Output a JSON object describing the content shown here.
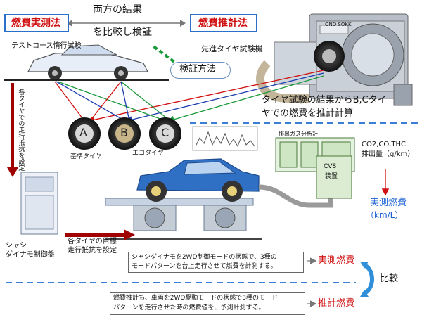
{
  "left_method": "燃費実測法",
  "right_method": "燃費推計法",
  "compare_line1": "両方の結果",
  "compare_line2": "を比較し検証",
  "test_course_label": "テストコース惰行試験",
  "tire_tester_label": "先進タイヤ試験機",
  "verification_method": "検証方法",
  "tester_result_line1": "タイヤ試験の結果からB,Cタイ",
  "tester_result_line2": "ヤでの燃費を推計計算",
  "tire_a": "A",
  "tire_b": "B",
  "tire_c": "C",
  "tire_a_label": "基準タイヤ",
  "tire_c_label": "エコタイヤ",
  "side_vertical": "各タイヤでの走行抵抗を設定",
  "controller_line1": "シャシ",
  "controller_line2": "ダイナモ制御盤",
  "target_resistance_line1": "各タイヤの目標",
  "target_resistance_line2": "走行抵抗を設定",
  "exhaust_analyzer": "排出ガス分析計",
  "cvs_line1": "CVS",
  "cvs_line2": "装置",
  "emissions_line1": "CO2,CO,THC",
  "emissions_line2": "排出量（g/km）",
  "measured_fuel_line1": "実測燃費",
  "measured_fuel_line2": "（km/L）",
  "description_measured_line1": "シャシダイナモを2WD制御モードの状態で、3種の",
  "description_measured_line2": "モードパターンを台上走行させて燃費を計測する。",
  "measured_result": "実測燃費",
  "comparison": "比較",
  "description_estimated_line1": "燃費推計も、車両を2WD駆動モードの状態で3種のモード",
  "description_estimated_line2": "パターンを走行させた時の燃費値を、予測計測する。",
  "estimated_result": "推計燃費",
  "machine_brand": "ONO SOKKI",
  "colors": {
    "accent_red": "#d01010",
    "box_border_blue": "#2a6fc9",
    "measured_text_blue": "#1a5fd0",
    "dashed_blue": "#3a7fd5",
    "car_blue": "#2f6fc4",
    "arrow_dark_red": "#a00000",
    "compare_arrow_blue": "#2f8fd8"
  },
  "icons": [
    "car-icon",
    "tire-icon",
    "tire-tester-machine",
    "dynamometer",
    "controller-cabinet",
    "analyzer",
    "cvs-unit",
    "chart-thumbnail"
  ]
}
